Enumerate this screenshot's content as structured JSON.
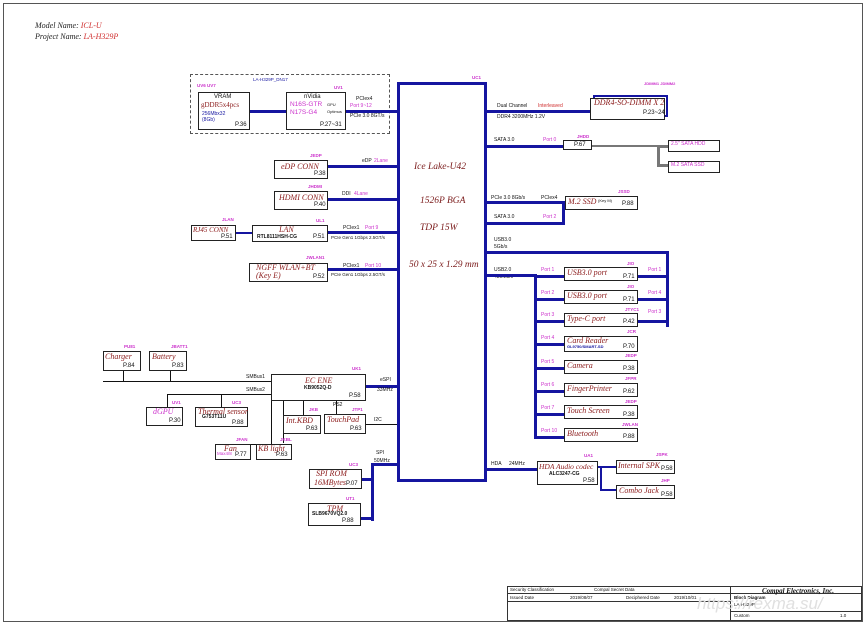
{
  "header": {
    "model_label": "Model Name:",
    "model_value": "ICL-U",
    "project_label": "Project Name:",
    "project_value": "LA-H329P"
  },
  "cpu": {
    "ref": "UC1",
    "name": "Ice Lake-U42",
    "package": "1526P BGA",
    "tdp": "TDP 15W",
    "size": "50 x 25 x 1.29 mm"
  },
  "vram_group": {
    "board_label": "LA-H329P_DN17",
    "vram": {
      "refs": "UV6 UV7",
      "title": "VRAM",
      "line1": "gDDR5x4pcs",
      "line2": "256Mbx32",
      "line3": "(8Gb)",
      "page": "P.36"
    },
    "gpu": {
      "ref": "UV1",
      "title": "nVidia",
      "line1": "N16S-GTR",
      "line2": "N17S-G4",
      "page": "P.27~31",
      "note1": "GPU",
      "note2": "Optimus"
    },
    "pcie_label": "PCIex4",
    "pcie_speed": "PCIe 3.0 8GT/s",
    "pcie_port": "Port 9~12"
  },
  "left_blocks": [
    {
      "id": "edp",
      "ref": "JEDP",
      "name": "eDP CONN",
      "page": "P.38",
      "link_label": "eDP",
      "link_note": "2Lane"
    },
    {
      "id": "hdmi",
      "ref": "JHDMI",
      "name": "HDMI CONN",
      "page": "P.40",
      "link_label": "DDI",
      "link_note": "4Lane"
    },
    {
      "id": "lan",
      "ref": "UL1",
      "name": "LAN",
      "sub": "RTL8111HSH-CG",
      "page": "P.51",
      "link_label": "PCIex1",
      "link_note": "Port 9",
      "link_speed": "PCIe Gen1 1Gbps 2.5GT/s"
    },
    {
      "id": "rj45",
      "ref": "JLAN",
      "name": "RJ45 CONN",
      "page": "P.51"
    },
    {
      "id": "ngff",
      "ref": "JWLAN1",
      "name": "NGFF WLAN+BT",
      "sub2": "(Key E)",
      "page": "P.52",
      "link_label": "PCIex1",
      "link_note": "Port 10",
      "link_speed": "PCIe Gen1 1Gbps 2.5GT/s"
    }
  ],
  "right_top": {
    "ddr_link": "Dual Channel",
    "ddr_link_note": "Interleaved",
    "ddr_speed": "DDR4 3200MHz 1.2V",
    "ddr": {
      "ref1": "JDIMM1 JDIMM2",
      "name": "DDR4-SO-DIMM X 2",
      "page": "P.23~24"
    },
    "sata_label": "SATA 3.0",
    "sata_port": "Port 0",
    "hdd": {
      "ref": "JHDD",
      "page": "P.67"
    },
    "hdd_options": [
      "2.5\" SATA HDD",
      "M.2 SATA SSD"
    ],
    "pcie_ssd_label": "PCIe 3.0 8Gb/s",
    "pcie_ssd_port": "PCIex4",
    "ssd": {
      "ref": "JSSD",
      "name": "M.2 SSD",
      "key": "(Key M)",
      "page": "P.88"
    },
    "sata2_label": "SATA 3.0",
    "sata2_port": "Port 2"
  },
  "usb": {
    "usb3_label": "USB3.0",
    "usb3_speed": "5Gb/s",
    "usb2_label": "USB2.0",
    "usb2_speed": "480Mb/s",
    "ports": [
      {
        "ref": "JIO",
        "name": "USB3.0 port",
        "page": "P.71",
        "left": "Port 1",
        "right": "Port 1"
      },
      {
        "ref": "JIO",
        "name": "USB3.0 port",
        "page": "P.71",
        "left": "Port 2",
        "right": "Port 4"
      },
      {
        "ref": "JTYC1",
        "name": "Type-C port",
        "page": "P.42",
        "left": "Port 3",
        "right": "Port 3"
      },
      {
        "ref": "JCR",
        "name": "Card Reader",
        "sub": "GL9750/SMART-SD",
        "page": "P.70",
        "left": "Port 4"
      },
      {
        "ref": "JEDP",
        "name": "Camera",
        "page": "P.38",
        "left": "Port 5"
      },
      {
        "ref": "JFPR",
        "name": "FingerPrinter",
        "page": "P.62",
        "left": "Port 6"
      },
      {
        "ref": "JEDP",
        "name": "Touch Screen",
        "page": "P.38",
        "left": "Port 7"
      },
      {
        "ref": "JWLAN",
        "name": "Bluetooth",
        "page": "P.88",
        "left": "Port 10"
      }
    ]
  },
  "ec": {
    "ref": "UK1",
    "name": "EC ENE",
    "sub": "KB9052Q-D",
    "page": "P.58",
    "espi": "eSPI",
    "espi_speed": "33MHz",
    "smbus1": "SMBus1",
    "smbus2": "SMBus2",
    "ps2": "PS2",
    "i2c": "I2C",
    "spi": "SPI",
    "spi_speed": "50MHz"
  },
  "ec_periph": [
    {
      "id": "charger",
      "ref": "PU81",
      "name": "Charger",
      "page": "P.84"
    },
    {
      "id": "battery",
      "ref": "JBATT1",
      "name": "Battery",
      "page": "P.83"
    },
    {
      "id": "dgpu",
      "ref": "UV1",
      "name": "dGPU",
      "page": "P.30"
    },
    {
      "id": "thermal",
      "ref": "UC3",
      "name": "Thermal sensor",
      "sub": "G753T11U",
      "page": "P.88"
    },
    {
      "id": "intkbd",
      "ref": "JKB",
      "name": "Int.KBD",
      "page": "P.63"
    },
    {
      "id": "touchpad",
      "ref": "JTP1",
      "name": "TouchPad",
      "page": "P.63"
    },
    {
      "id": "fan",
      "ref": "JFAN",
      "name": "Fan",
      "sub": "Max4/8",
      "page": "P.77"
    },
    {
      "id": "kblight",
      "ref": "JKBL",
      "name": "KB light",
      "page": "P.63"
    },
    {
      "id": "spirom",
      "ref": "UC3",
      "name": "SPI ROM",
      "sub2": "16MBytes",
      "page": "P.07"
    },
    {
      "id": "tpm",
      "ref": "UT1",
      "name": "TPM",
      "sub": "SLB9670VQ2.0",
      "page": "P.88"
    }
  ],
  "audio": {
    "hda_label": "HDA",
    "hda_speed": "24MHz",
    "codec": {
      "ref": "UA1",
      "name": "HDA Audio codec",
      "sub": "ALC3247-CG",
      "page": "P.58"
    },
    "spk": {
      "ref": "JSPK",
      "name": "Internal SPK",
      "page": "P.58"
    },
    "combo": {
      "ref": "JHP",
      "name": "Combo Jack",
      "page": "P.58"
    }
  },
  "title_block": {
    "company": "Compal Electronics, Inc.",
    "security": "Security Classification",
    "secret": "Compal Secret Data",
    "issued": "Issued Date",
    "issued_val": "2019/08/07",
    "decipher": "Deciphered Date",
    "decipher_val": "2019/10/01",
    "block_title": "Block Diagram",
    "model_val": "LA-H329P",
    "size": "Custom",
    "rev": "1.0",
    "watermark": "https://rexma.su/"
  },
  "colors": {
    "bus": "#1515a0",
    "part_name": "#8b1a1a",
    "ref": "#cc33cc",
    "header_value": "#d03030"
  }
}
